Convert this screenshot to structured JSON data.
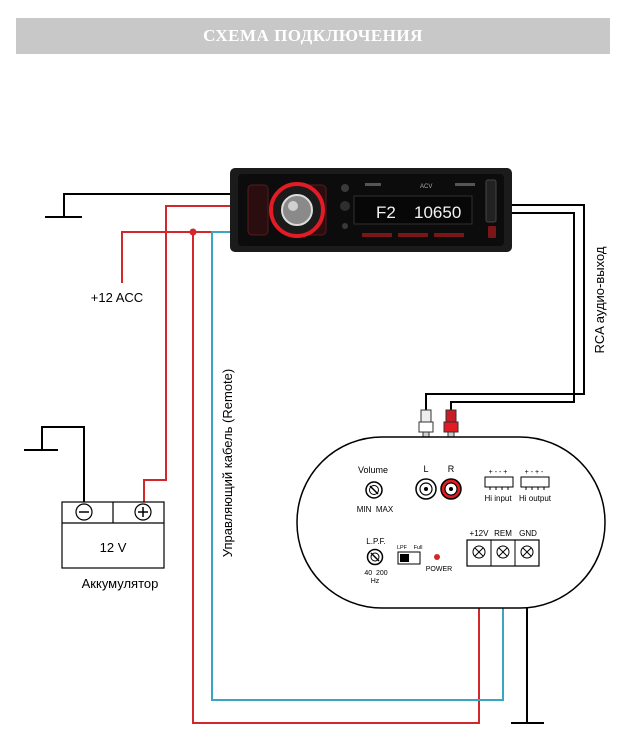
{
  "header": {
    "title": "СХЕМА ПОДКЛЮЧЕНИЯ"
  },
  "head_unit": {
    "display_left": "F2",
    "display_right": "10650",
    "brand": "ACV"
  },
  "labels": {
    "acc": "+12 ACC",
    "remote_cable": "Управляющий кабель (Remote)",
    "rca_out": "RCA аудио-выход",
    "battery_voltage": "12 V",
    "battery_name": "Аккумулятор"
  },
  "amplifier": {
    "volume": "Volume",
    "min_max": "MIN  MAX",
    "channel_l": "L",
    "channel_r": "R",
    "hi_input_pins": "+ - - +",
    "hi_output_pins": "+ - + -",
    "hi_input": "Hi input",
    "hi_output": "Hi output",
    "lpf": "L.P.F.",
    "lpf_range": "40  200",
    "lpf_unit": "Hz",
    "switch_lpf": "LPF",
    "switch_full": "Full",
    "power": "POWER",
    "term_12v": "+12V",
    "term_rem": "REM",
    "term_gnd": "GND"
  },
  "colors": {
    "power_wire": "#d3272c",
    "remote_wire": "#3aa6c4",
    "ground_wire": "#000000",
    "accent_red": "#e21b24"
  }
}
